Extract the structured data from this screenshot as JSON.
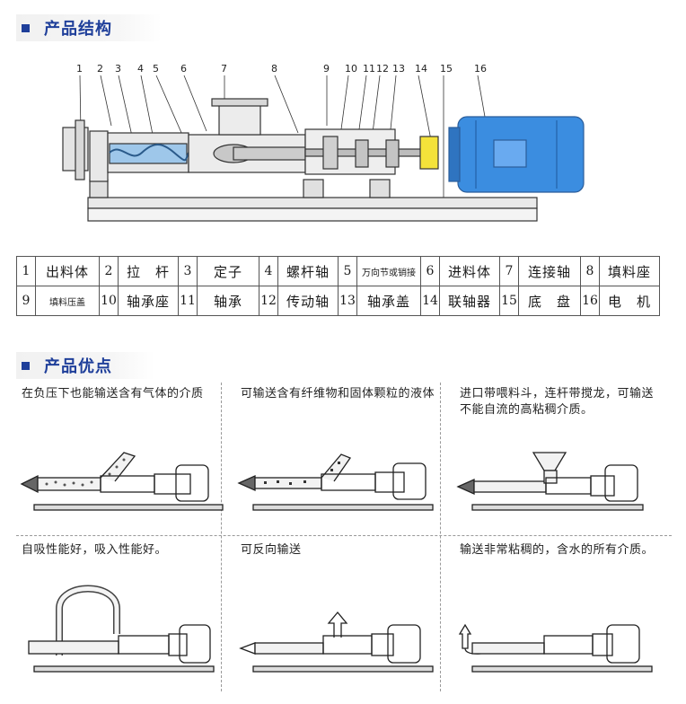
{
  "sections": {
    "structure_title": "产品结构",
    "advantages_title": "产品优点"
  },
  "callouts": [
    "1",
    "2",
    "3",
    "4",
    "5",
    "6",
    "7",
    "8",
    "9",
    "10",
    "11",
    "12",
    "13",
    "14",
    "15",
    "16"
  ],
  "parts": [
    {
      "no": "1",
      "name": "出料体"
    },
    {
      "no": "2",
      "name": "拉　杆"
    },
    {
      "no": "3",
      "name": "定子"
    },
    {
      "no": "4",
      "name": "螺杆轴"
    },
    {
      "no": "5",
      "name": "万向节或销接"
    },
    {
      "no": "6",
      "name": "进料体"
    },
    {
      "no": "7",
      "name": "连接轴"
    },
    {
      "no": "8",
      "name": "填料座"
    },
    {
      "no": "9",
      "name": "填料压盖"
    },
    {
      "no": "10",
      "name": "轴承座"
    },
    {
      "no": "11",
      "name": "轴承"
    },
    {
      "no": "12",
      "name": "传动轴"
    },
    {
      "no": "13",
      "name": "轴承盖"
    },
    {
      "no": "14",
      "name": "联轴器"
    },
    {
      "no": "15",
      "name": "底　盘"
    },
    {
      "no": "16",
      "name": "电　机"
    }
  ],
  "advantages": [
    {
      "caption": "在负压下也能输送含有气体的介质"
    },
    {
      "caption": "可输送含有纤维物和固体颗粒的液体"
    },
    {
      "caption": "进口带喂料斗，连杆带搅龙，可输送不能自流的高粘稠介质。"
    },
    {
      "caption": "自吸性能好，吸入性能好。"
    },
    {
      "caption": "可反向输送"
    },
    {
      "caption": "输送非常粘稠的，含水的所有介质。"
    }
  ],
  "colors": {
    "accent": "#1f3f9a",
    "motor": "#3b8de0",
    "coupling": "#f4e23a",
    "casing": "#e8e8e8"
  }
}
